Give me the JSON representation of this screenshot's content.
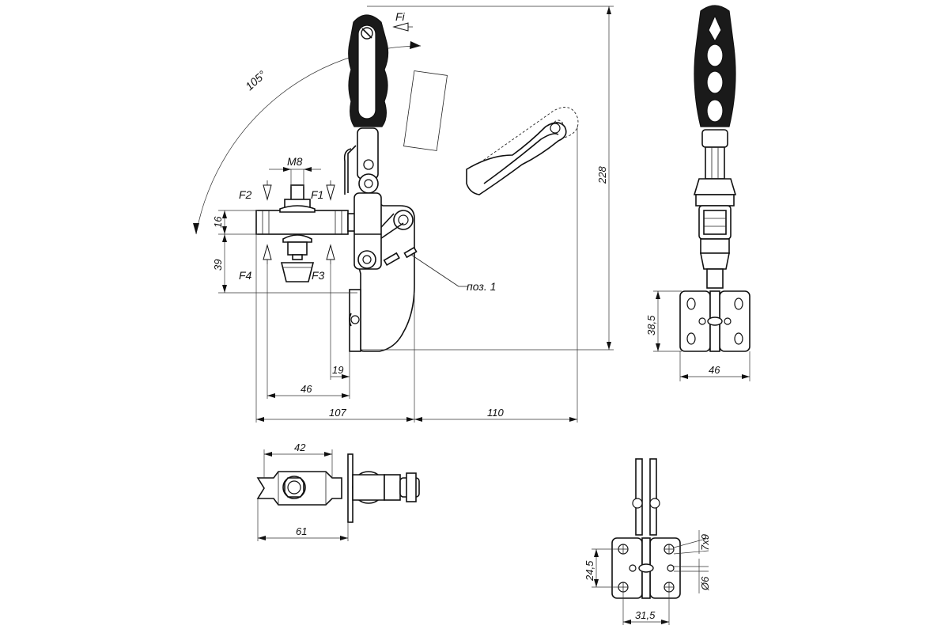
{
  "dimensions": {
    "angle": "105°",
    "m8": "M8",
    "d16": "16",
    "d39": "39",
    "d19": "19",
    "d46a": "46",
    "d107": "107",
    "d110": "110",
    "d228": "228",
    "d38_5": "38,5",
    "d46b": "46",
    "d42": "42",
    "d61": "61",
    "d24_5": "24,5",
    "d31_5": "31,5",
    "d7x9": "7x9",
    "d6": "Ø6"
  },
  "forces": {
    "fi": "Fi",
    "f1": "F1",
    "f2": "F2",
    "f3": "F3",
    "f4": "F4"
  },
  "callout": {
    "pos1": "поз. 1"
  }
}
